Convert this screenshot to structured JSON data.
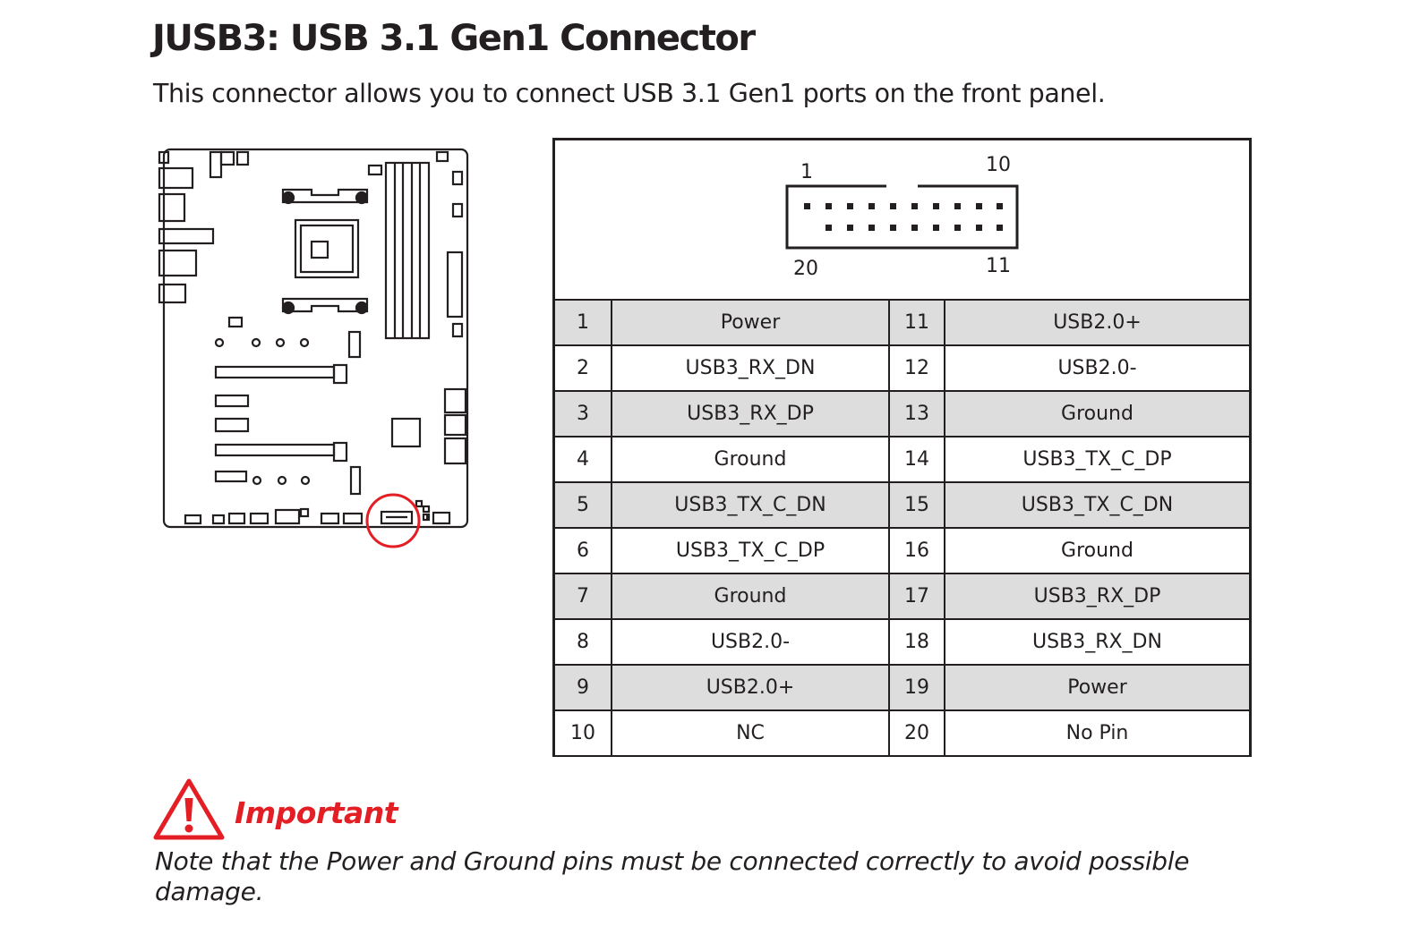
{
  "heading": {
    "title": "JUSB3: USB 3.1 Gen1 Connector",
    "description": "This connector allows you to connect USB 3.1 Gen1 ports on the front panel."
  },
  "connector_diagram": {
    "labels": {
      "top_left": "1",
      "top_right": "10",
      "bottom_left": "20",
      "bottom_right": "11"
    }
  },
  "pin_table": {
    "rows": [
      {
        "pin_a": "1",
        "signal_a": "Power",
        "pin_b": "11",
        "signal_b": "USB2.0+"
      },
      {
        "pin_a": "2",
        "signal_a": "USB3_RX_DN",
        "pin_b": "12",
        "signal_b": "USB2.0-"
      },
      {
        "pin_a": "3",
        "signal_a": "USB3_RX_DP",
        "pin_b": "13",
        "signal_b": "Ground"
      },
      {
        "pin_a": "4",
        "signal_a": "Ground",
        "pin_b": "14",
        "signal_b": "USB3_TX_C_DP"
      },
      {
        "pin_a": "5",
        "signal_a": "USB3_TX_C_DN",
        "pin_b": "15",
        "signal_b": "USB3_TX_C_DN"
      },
      {
        "pin_a": "6",
        "signal_a": "USB3_TX_C_DP",
        "pin_b": "16",
        "signal_b": "Ground"
      },
      {
        "pin_a": "7",
        "signal_a": "Ground",
        "pin_b": "17",
        "signal_b": "USB3_RX_DP"
      },
      {
        "pin_a": "8",
        "signal_a": "USB2.0-",
        "pin_b": "18",
        "signal_b": "USB3_RX_DN"
      },
      {
        "pin_a": "9",
        "signal_a": "USB2.0+",
        "pin_b": "19",
        "signal_b": "Power"
      },
      {
        "pin_a": "10",
        "signal_a": "NC",
        "pin_b": "20",
        "signal_b": "No Pin"
      }
    ]
  },
  "important": {
    "label": "Important",
    "note": "Note that the Power and Ground pins must be connected correctly to avoid possible damage.",
    "icon": "warning-triangle-icon",
    "accent_color": "#e31e24"
  },
  "highlight_color": "#e31e24",
  "row_shading_color": "#dddddd"
}
